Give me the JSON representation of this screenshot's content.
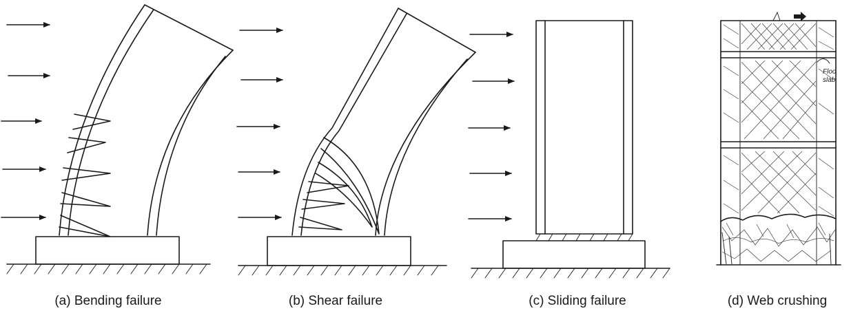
{
  "captions": {
    "a": "(a) Bending failure",
    "b": "(b) Shear failure",
    "c": "(c) Sliding failure",
    "d": "(d) Web crushing"
  },
  "annotation": {
    "line1": "Floo",
    "line2": "slab"
  },
  "colors": {
    "ink": "#1a1a1a",
    "background": "#ffffff"
  }
}
